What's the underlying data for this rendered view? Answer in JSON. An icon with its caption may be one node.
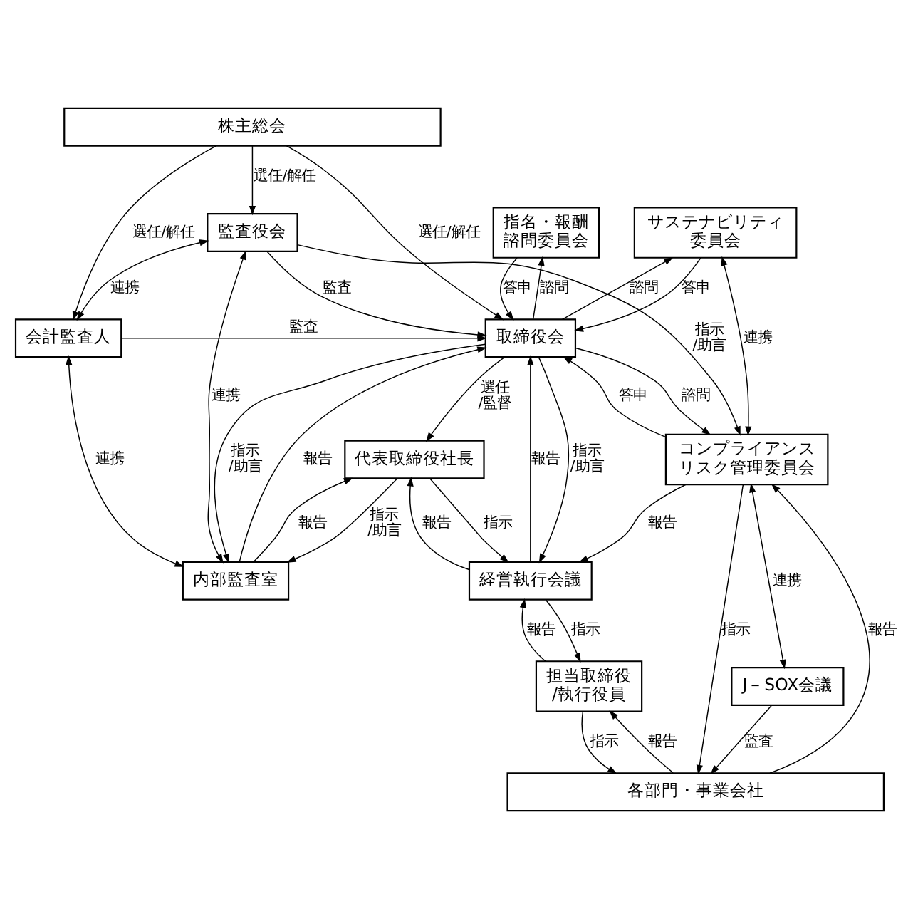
{
  "diagram": {
    "nodes": [
      {
        "text": [
          "株主総会"
        ]
      },
      {
        "text": [
          "指名・報酬諮問委員会"
        ]
      },
      {
        "text": [
          "サステナビリティ委員会"
        ]
      },
      {
        "text": [
          "取締役会"
        ]
      },
      {
        "text": [
          "監査役会"
        ]
      },
      {
        "text": [
          "会計監査人"
        ]
      },
      {
        "text": [
          "コンプライアンスリスク管理委員会"
        ]
      },
      {
        "text": [
          "代表取締役社長"
        ]
      },
      {
        "text": [
          "経営執行会議"
        ]
      },
      {
        "text": [
          "担当取締役/執行役員"
        ]
      },
      {
        "text": [
          "内部監査室"
        ]
      },
      {
        "text": [
          "J－SOX会議"
        ]
      },
      {
        "text": [
          "各部門・事業会社"
        ]
      }
    ],
    "edges": [
      {
        "from": 0,
        "to": 3,
        "arrow": "to",
        "label": "選任/解任"
      },
      {
        "from": 0,
        "to": 4,
        "arrow": "to",
        "label": "選任/解任"
      },
      {
        "from": 0,
        "to": 5,
        "arrow": "to",
        "label": "選任/解任"
      },
      {
        "from": 3,
        "to": 1,
        "arrow": "to",
        "label": "諮問"
      },
      {
        "from": 1,
        "to": 3,
        "arrow": "to",
        "label": "答申"
      },
      {
        "from": 3,
        "to": 2,
        "arrow": "to",
        "label": "諮問"
      },
      {
        "from": 2,
        "to": 3,
        "arrow": "to",
        "label": "答申"
      },
      {
        "from": 4,
        "to": 5,
        "arrow": "both",
        "label": "連携"
      },
      {
        "from": 4,
        "to": 3,
        "arrow": "to",
        "label": "監査"
      },
      {
        "from": 5,
        "to": 3,
        "arrow": "to",
        "label": "監査"
      },
      {
        "from": 3,
        "to": 6,
        "arrow": "to",
        "label": "諮問"
      },
      {
        "from": 6,
        "to": 3,
        "arrow": "to",
        "label": "答申"
      },
      {
        "from": 2,
        "to": 6,
        "arrow": "both",
        "label": "連携"
      },
      {
        "from": 3,
        "to": 7,
        "arrow": "to",
        "label": "選任 /監督"
      },
      {
        "from": 3,
        "to": 8,
        "arrow": "to",
        "label": "指示 /助言"
      },
      {
        "from": 8,
        "to": 3,
        "arrow": "to",
        "label": "報告"
      },
      {
        "from": 4,
        "to": 6,
        "arrow": "to",
        "label": "指示 /助言"
      },
      {
        "from": 10,
        "to": 3,
        "arrow": "to",
        "label": "報告"
      },
      {
        "from": 3,
        "to": 10,
        "arrow": "to",
        "label": "指示 /助言"
      },
      {
        "from": 4,
        "to": 10,
        "arrow": "both",
        "label": "連携"
      },
      {
        "from": 5,
        "to": 10,
        "arrow": "both",
        "label": "連携"
      },
      {
        "from": 7,
        "to": 8,
        "arrow": "to",
        "label": "指示"
      },
      {
        "from": 8,
        "to": 7,
        "arrow": "to",
        "label": "報告"
      },
      {
        "from": 6,
        "to": 8,
        "arrow": "to",
        "label": "報告"
      },
      {
        "from": 7,
        "to": 10,
        "arrow": "to",
        "label": "指示 /助言"
      },
      {
        "from": 10,
        "to": 7,
        "arrow": "to",
        "label": "報告"
      },
      {
        "from": 6,
        "to": 11,
        "arrow": "both",
        "label": "連携"
      },
      {
        "from": 8,
        "to": 9,
        "arrow": "to",
        "label": "指示"
      },
      {
        "from": 9,
        "to": 8,
        "arrow": "to",
        "label": "報告"
      },
      {
        "from": 9,
        "to": 12,
        "arrow": "to",
        "label": "指示"
      },
      {
        "from": 12,
        "to": 9,
        "arrow": "to",
        "label": "報告"
      },
      {
        "from": 6,
        "to": 12,
        "arrow": "to",
        "label": "指示"
      },
      {
        "from": 12,
        "to": 6,
        "arrow": "to",
        "label": "報告"
      },
      {
        "from": 11,
        "to": 12,
        "arrow": "to",
        "label": "監査"
      }
    ]
  }
}
